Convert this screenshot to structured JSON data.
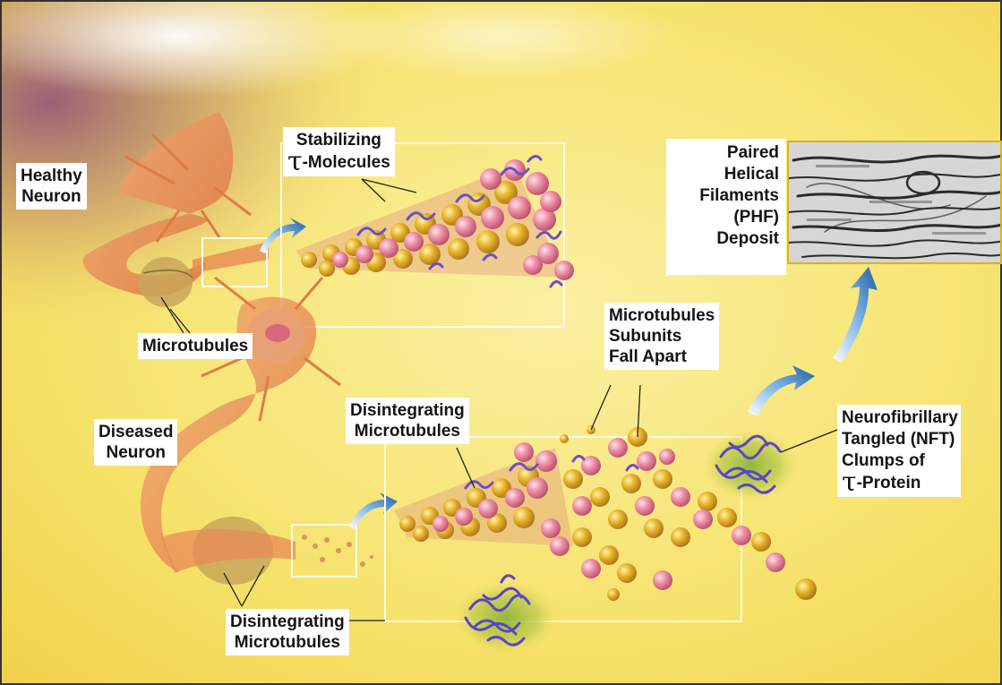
{
  "labels": {
    "healthy_neuron": [
      "Healthy",
      "Neuron"
    ],
    "stabilizing": {
      "line1": "Stabilizing",
      "tau": "τ",
      "line2_rest": "-Molecules"
    },
    "microtubules": "Microtubules",
    "phf": [
      "Paired",
      "Helical",
      "Filaments",
      "(PHF)",
      "Deposit"
    ],
    "subunits": [
      "Microtubules",
      "Subunits",
      "Fall Apart"
    ],
    "diseased_neuron": [
      "Diseased",
      "Neuron"
    ],
    "disintegrating_top": [
      "Disintegrating",
      "Microtubules"
    ],
    "disintegrating_bottom": [
      "Disintegrating",
      "Microtubules"
    ],
    "nft": {
      "lines": [
        "Neurofibrillary",
        "Tangled (NFT)",
        "Clumps of"
      ],
      "tau": "τ",
      "last_rest": "-Protein"
    }
  },
  "colors": {
    "background": "#f6e26a",
    "bead_gold": "#e9b52a",
    "bead_pink": "#ee8fa6",
    "tau_strands": "#6b4fc9",
    "neuron": "#e98a4c",
    "arrow": "#3a86c8",
    "label_bg": "#ffffff"
  }
}
